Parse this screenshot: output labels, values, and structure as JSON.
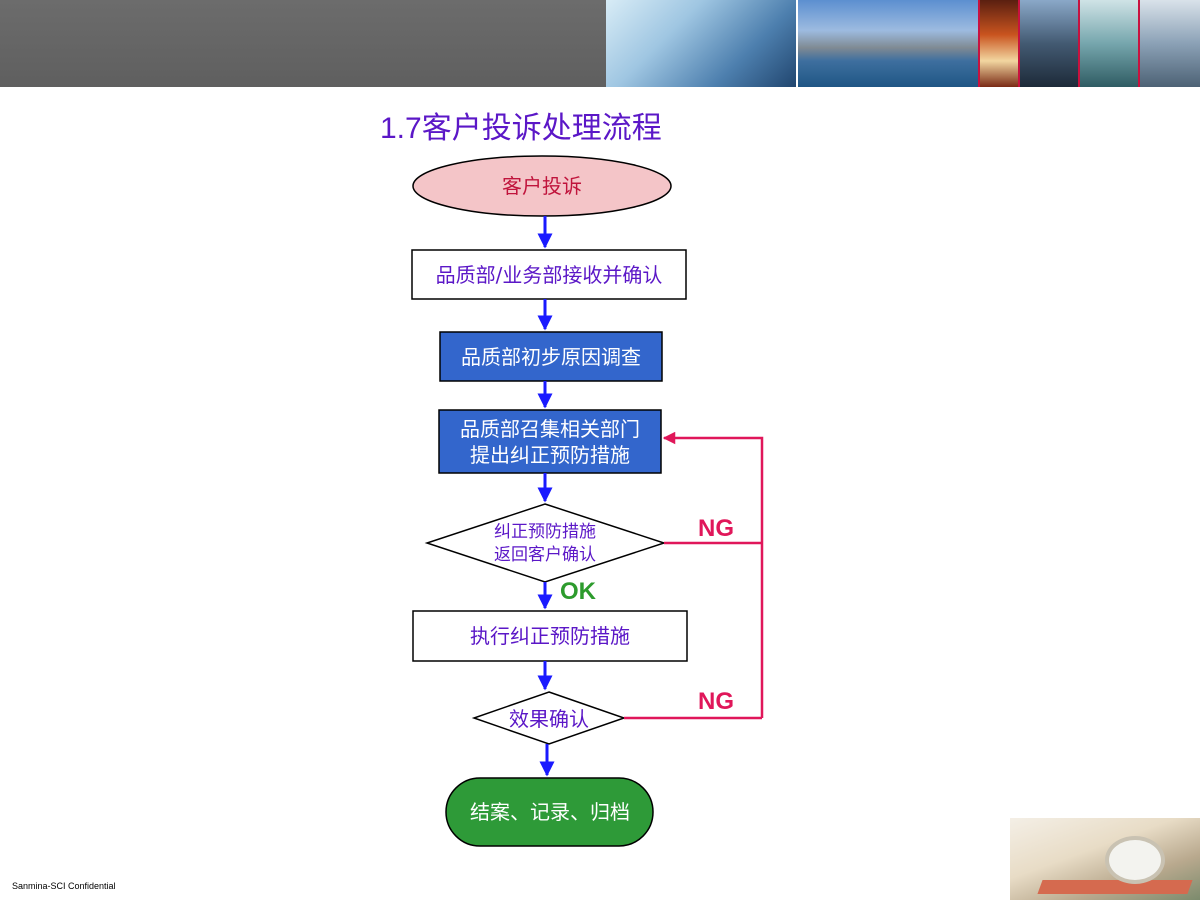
{
  "title": "1.7客户投诉处理流程",
  "footer": "Sanmina-SCI Confidential",
  "colors": {
    "title": "#5b17c7",
    "flow_arrow": "#1a1aff",
    "loop_arrow": "#e0175a",
    "ok": "#2d9b2d",
    "start_fill": "#f4c5c8",
    "process_blue": "#3366cc",
    "end_green": "#2e9a38"
  },
  "nodes": {
    "start": "客户投诉",
    "receive": "品质部/业务部接收并确认",
    "investigate": "品质部初步原因调查",
    "measures_line1": "品质部召集相关部门",
    "measures_line2": "提出纠正预防措施",
    "confirm_line1": "纠正预防措施",
    "confirm_line2": "返回客户确认",
    "execute": "执行纠正预防措施",
    "effect": "效果确认",
    "end": "结案、记录、归档"
  },
  "labels": {
    "ok": "OK",
    "ng1": "NG",
    "ng2": "NG"
  },
  "icons": {
    "banner_photos": [
      "handshake-photo",
      "city-harbor-photo",
      "fire-photo",
      "jet-photo",
      "lab-photo",
      "factory-photo"
    ],
    "corner_photo": "desk-clock-photo"
  }
}
